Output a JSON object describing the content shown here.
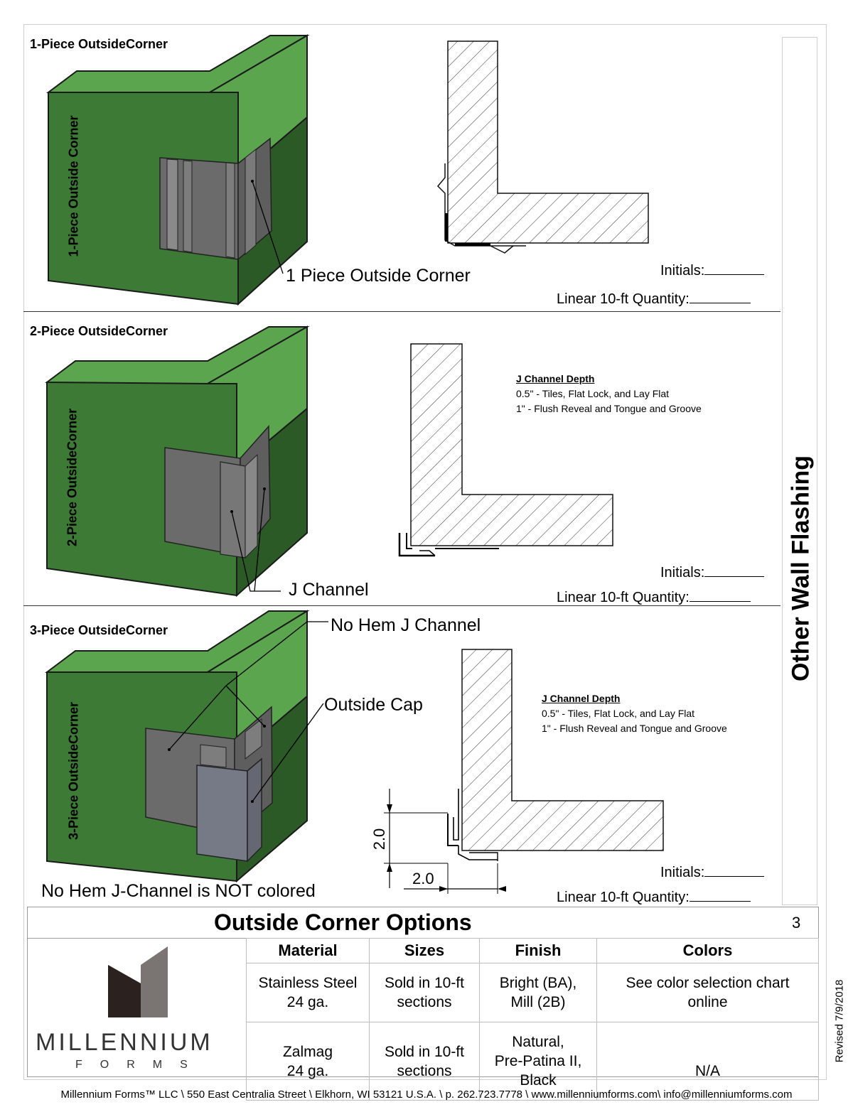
{
  "side_title": "Other Wall Flashing",
  "sections": [
    {
      "label": "1-Piece OutsideCorner",
      "face_label": "1-Piece Outside Corner",
      "callouts": [
        "1 Piece Outside Corner"
      ],
      "initials_label": "Initials:",
      "quantity_label": "Linear 10-ft Quantity:"
    },
    {
      "label": "2-Piece OutsideCorner",
      "face_label": "2-Piece OutsideCorner",
      "callouts": [
        "J Channel"
      ],
      "initials_label": "Initials:",
      "quantity_label": "Linear 10-ft Quantity:",
      "j_channel": {
        "heading": "J Channel Depth",
        "lines": [
          "0.5\" - Tiles, Flat Lock, and Lay Flat",
          "1\" - Flush Reveal and Tongue and Groove"
        ]
      }
    },
    {
      "label": "3-Piece OutsideCorner",
      "face_label": "3-Piece OutsideCorner",
      "callouts": [
        "No Hem J Channel",
        "Outside Cap"
      ],
      "note": "No Hem J-Channel is NOT colored",
      "dim_vertical": "2.0",
      "dim_horizontal": "2.0",
      "initials_label": "Initials:",
      "quantity_label": "Linear 10-ft Quantity:",
      "j_channel": {
        "heading": "J Channel Depth",
        "lines": [
          "0.5\" - Tiles, Flat Lock, and Lay Flat",
          "1\" - Flush Reveal and Tongue and Groove"
        ]
      }
    }
  ],
  "options": {
    "title": "Outside Corner Options",
    "page_number": "3",
    "headers": [
      "Material",
      "Sizes",
      "Finish",
      "Colors"
    ],
    "rows": [
      {
        "material": [
          "Stainless Steel",
          "24 ga."
        ],
        "sizes": [
          "Sold in 10-ft",
          "sections"
        ],
        "finish": [
          "Bright (BA),",
          "Mill (2B)"
        ],
        "colors": [
          "See color selection chart",
          "online"
        ]
      },
      {
        "material": [
          "Zalmag",
          "24 ga."
        ],
        "sizes": [
          "Sold in 10-ft",
          "sections"
        ],
        "finish": [
          "Natural,",
          "Pre-Patina II,",
          "Black"
        ],
        "colors": [
          "N/A"
        ]
      }
    ]
  },
  "logo": {
    "word": "MILLENNIUM",
    "sub": "FORMS"
  },
  "revised": "Revised 7/9/2018",
  "footer": "Millennium Forms™ LLC \\ 550 East Centralia Street \\ Elkhorn, WI 53121 U.S.A. \\ p. 262.723.7778 \\ www.millenniumforms.com\\ info@millenniumforms.com",
  "colors": {
    "wall_front": "#3d7a35",
    "wall_top": "#5aa54e",
    "wall_side": "#2c5a27",
    "flashing": "#6b6b6b",
    "cap": "#767a86"
  }
}
